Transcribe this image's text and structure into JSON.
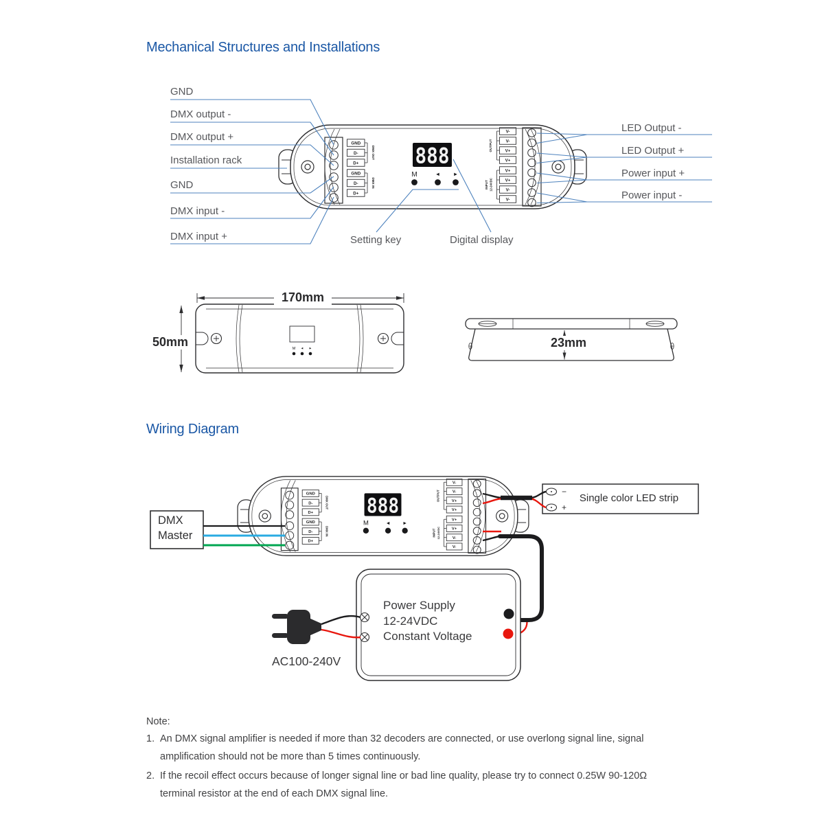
{
  "headings": {
    "mechanical": "Mechanical Structures and Installations",
    "wiring": "Wiring Diagram"
  },
  "mech": {
    "left_labels": [
      "GND",
      "DMX output -",
      "DMX output +",
      "Installation rack",
      "GND",
      "DMX input -",
      "DMX input +"
    ],
    "right_labels": [
      "LED Output -",
      "LED Output +",
      "Power input +",
      "Power input -"
    ],
    "setting_key": "Setting key",
    "digital_display": "Digital display"
  },
  "device": {
    "display_value": "888",
    "btn_mode": "M",
    "btn_prev": "◄",
    "btn_next": "►",
    "dmx_out": {
      "label": "DMX OUT",
      "pins": [
        "GND",
        "D-",
        "D+"
      ]
    },
    "dmx_in": {
      "label": "DMX IN",
      "pins": [
        "GND",
        "D-",
        "D+"
      ]
    },
    "output": {
      "label": "OUTPUT",
      "pins": [
        "V-",
        "V-",
        "V+",
        "V+"
      ]
    },
    "input": {
      "label_1": "INPUT",
      "label_2": "12-24VDC",
      "pins": [
        "V+",
        "V+",
        "V-",
        "V-"
      ]
    }
  },
  "dimensions": {
    "width": "170mm",
    "height": "50mm",
    "depth": "23mm"
  },
  "wiring": {
    "dmx_master_line1": "DMX",
    "dmx_master_line2": "Master",
    "led_strip_label": "Single color LED strip",
    "strip_minus": "−",
    "strip_plus": "+",
    "psu_line1": "Power Supply",
    "psu_line2": "12-24VDC",
    "psu_line3": "Constant Voltage",
    "ac_label": "AC100-240V"
  },
  "note": {
    "title": "Note:",
    "items": [
      {
        "num": "1.",
        "text": "An DMX signal amplifier is needed if more than 32 decoders are connected, or use overlong signal line, signal amplification should not be more than 5 times continuously."
      },
      {
        "num": "2.",
        "text": "If the recoil effect occurs because of longer signal line or bad line quality, please try to connect 0.25W 90-120Ω terminal resistor at the end of each DMX signal line."
      }
    ]
  },
  "colors": {
    "heading_blue": "#1a57a5",
    "leader_blue": "#4d82bd",
    "wire_red": "#e8170e",
    "wire_blue": "#29abe2",
    "wire_green": "#00a651",
    "outline_dark": "#2e2e30"
  }
}
